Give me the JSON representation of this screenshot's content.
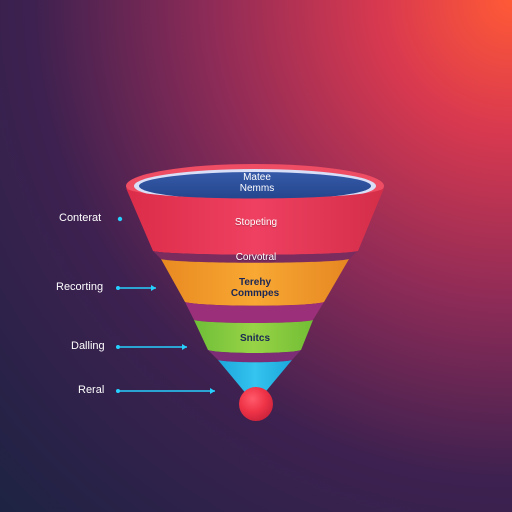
{
  "colors": {
    "background_start": "#ff5a36",
    "background_end": "#1d2343",
    "arrow": "#26d0ff",
    "top": "#2b4b96",
    "red": "#ea3a58",
    "orange": "#f39a2b",
    "green": "#89c93e",
    "blue": "#28b8e7",
    "ball": "#ef3347"
  },
  "left_labels": [
    {
      "text": "Conterat"
    },
    {
      "text": "Recorting"
    },
    {
      "text": "Dalling"
    },
    {
      "text": "Reral"
    }
  ],
  "funnel_labels": {
    "top": [
      "Matee",
      "Nemms"
    ],
    "red": "Stopeting",
    "band": "Corvotral",
    "orange": [
      "Terehy",
      "Commpes"
    ],
    "green": "Snitcs"
  }
}
